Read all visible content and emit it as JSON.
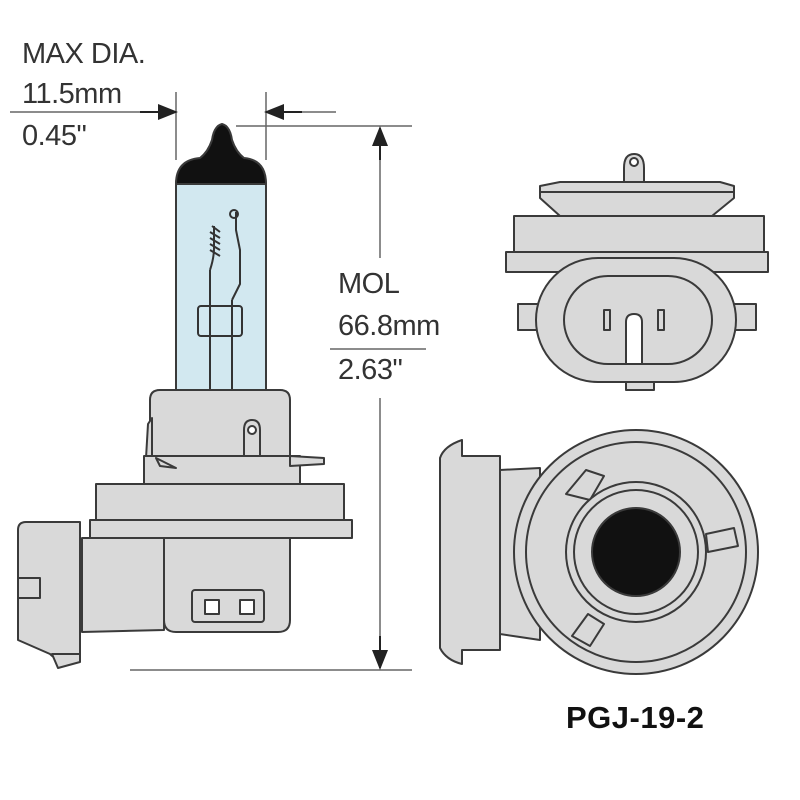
{
  "dimensions": {
    "max_dia": {
      "label": "MAX DIA.",
      "metric": "11.5mm",
      "imperial": "0.45\""
    },
    "mol": {
      "label": "MOL",
      "metric": "66.8mm",
      "imperial": "2.63\""
    }
  },
  "base_code": "PGJ-19-2",
  "colors": {
    "outline": "#3a3a3a",
    "body_fill": "#d9d9d9",
    "glass_fill": "#d2e8f0",
    "tip_fill": "#111111",
    "dimension_line": "#555555"
  }
}
